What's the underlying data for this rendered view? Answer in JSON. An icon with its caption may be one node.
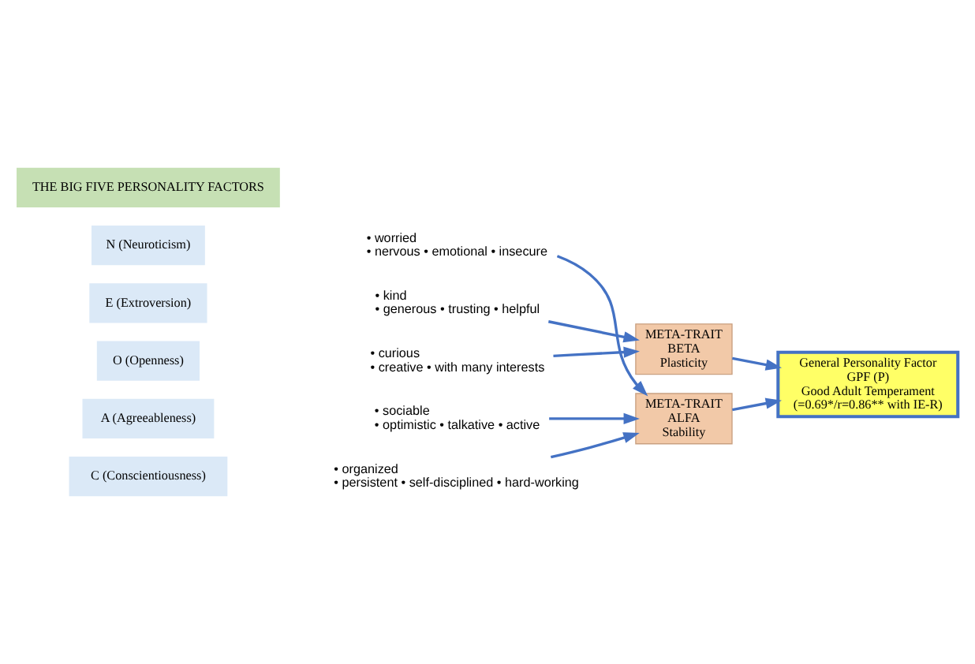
{
  "diagram": {
    "nodes": [
      {
        "text": [
          "THE BIG FIVE PERSONALITY FACTORS"
        ]
      },
      {
        "text": [
          "N (Neuroticism)"
        ]
      },
      {
        "text": [
          "• worried • nervous • emotional • insecure"
        ]
      },
      {
        "text": [
          "E (Extroversion)"
        ]
      },
      {
        "text": [
          "• kind • generous • trusting • helpful"
        ]
      },
      {
        "text": [
          "O (Openness)"
        ]
      },
      {
        "text": [
          "• curious • creative • with many interests"
        ]
      },
      {
        "text": [
          "A (Agreeableness)"
        ]
      },
      {
        "text": [
          "• sociable • optimistic • talkative • active"
        ]
      },
      {
        "text": [
          "C (Conscientiousness)"
        ]
      },
      {
        "text": [
          "• organized • persistent • self-disciplined • hard-working"
        ]
      },
      {
        "text": [
          "META-TRAIT",
          "BETA",
          "Plasticity"
        ]
      },
      {
        "text": [
          "General Personality Factor",
          "GPF (P)",
          "Good Adult Temperament",
          "(=0.69*/r=0.86** with IE-R)"
        ]
      },
      {
        "text": [
          "META-TRAIT",
          "ALFA",
          "Stability"
        ]
      }
    ],
    "edges": [
      {
        "from": 2,
        "to": 13,
        "arrow": "to"
      },
      {
        "from": 4,
        "to": 11,
        "arrow": "to"
      },
      {
        "from": 6,
        "to": 11,
        "arrow": "to"
      },
      {
        "from": 8,
        "to": 13,
        "arrow": "to"
      },
      {
        "from": 10,
        "to": 13,
        "arrow": "to"
      },
      {
        "from": 11,
        "to": 12,
        "arrow": "to"
      },
      {
        "from": 13,
        "to": 12,
        "arrow": "to"
      }
    ]
  }
}
